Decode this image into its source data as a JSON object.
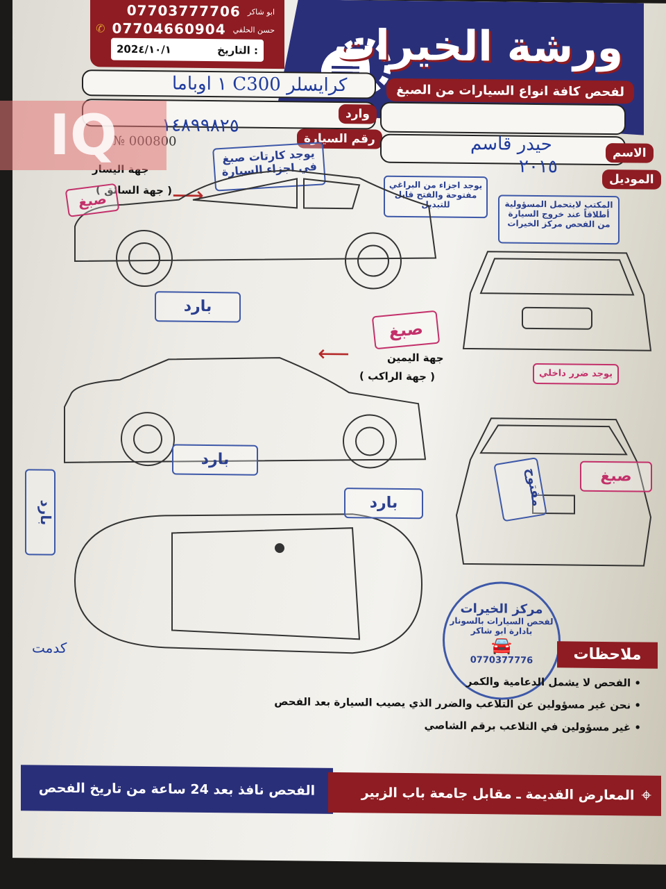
{
  "header": {
    "phones": [
      {
        "name": "ابو شاكر",
        "number": "07703777706"
      },
      {
        "name": "حسن الحلفي",
        "number": "07704660904"
      }
    ],
    "date_label": "التاريخ :",
    "date_value": "202٤/١٠/١",
    "shop_name": "ورشة الخيرات",
    "tagline": "لفحص كافة انواع السيارات من الصبغ"
  },
  "form": {
    "description_value": "كرايسلر C300 ١ اوباما",
    "imported_label": "وارد",
    "plate_label": "رقم السيارة",
    "plate_value": "١٤٨٩٩٨٢٥",
    "name_label": "الاسم",
    "name_value": "حيدر قاسم",
    "model_label": "الموديل",
    "model_value": "٢٠١٥",
    "serial_prefix": "№",
    "serial_value": "000800"
  },
  "stamps": {
    "paint_cards": "يوجد كارتات صبغ في اجزاء السيارة",
    "parts_opened": "يوجد اجزاء من البراغي مفتوحة والفتح قابل للتبديل",
    "disclaimer": "المكتب لايتحمل المسؤولية أطلاقاً عند خروج السيارة من الفحص مركز الخيرات",
    "internal_damage": "يوجد ضرر داخلي",
    "paint": "صبغ",
    "cold": "بارد",
    "opened": "مفتوح"
  },
  "diagram_labels": {
    "left_side": "جهة اليسار",
    "driver_side": "( جهة السائق )",
    "right_side": "جهة اليمين",
    "passenger_side": "( جهة الراكب )",
    "handwritten_note": "كدمت"
  },
  "seal": {
    "title": "مركز الخيرات",
    "line1": "لفحص السيارات بالسونار",
    "line2": "بادارة ابو شاكر",
    "phone": "0770377776"
  },
  "notes": {
    "title": "ملاحظات",
    "items": [
      "الفحص لا يشمل الدعامية والكمر",
      "نحن غير مسؤولين عن التلاعب والضرر الذي يصيب السيارة بعد الفحص",
      "غير مسؤولين في التلاعب برقم الشاصي"
    ]
  },
  "footer": {
    "address": "المعارض القديمة ـ مقابل جامعة باب الزبير",
    "validity": "الفحص نافذ بعد 24 ساعة من تاريخ الفحص"
  },
  "watermark": "IQ",
  "colors": {
    "red": "#8e1c22",
    "blue": "#2a2f7a",
    "ink": "#1f3b9e",
    "pink_stamp": "#c3306a"
  }
}
